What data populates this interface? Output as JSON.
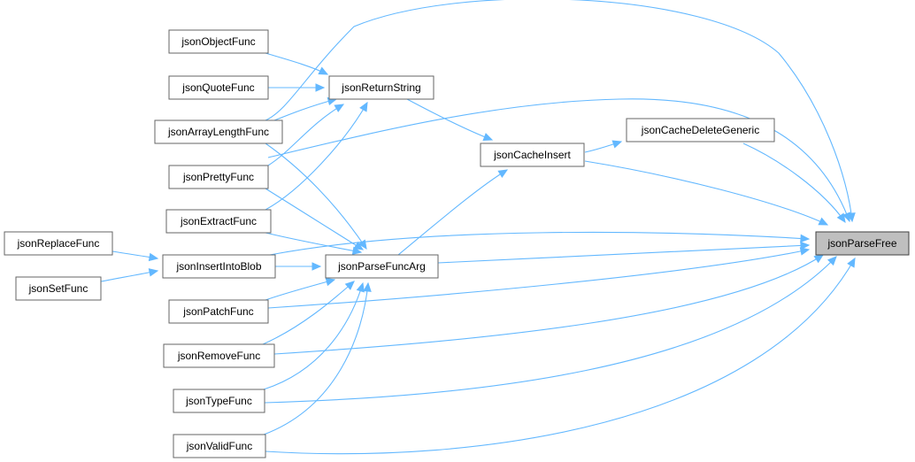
{
  "diagram": {
    "type": "caller-graph",
    "accent_color": "#63b8ff",
    "root_fill": "#bfbfbf",
    "nodes": [
      {
        "id": "jsonParseFree",
        "label": "jsonParseFree",
        "root": true
      },
      {
        "id": "jsonCacheDeleteGeneric",
        "label": "jsonCacheDeleteGeneric"
      },
      {
        "id": "jsonCacheInsert",
        "label": "jsonCacheInsert"
      },
      {
        "id": "jsonReturnString",
        "label": "jsonReturnString"
      },
      {
        "id": "jsonParseFuncArg",
        "label": "jsonParseFuncArg"
      },
      {
        "id": "jsonObjectFunc",
        "label": "jsonObjectFunc"
      },
      {
        "id": "jsonQuoteFunc",
        "label": "jsonQuoteFunc"
      },
      {
        "id": "jsonArrayLengthFunc",
        "label": "jsonArrayLengthFunc"
      },
      {
        "id": "jsonPrettyFunc",
        "label": "jsonPrettyFunc"
      },
      {
        "id": "jsonExtractFunc",
        "label": "jsonExtractFunc"
      },
      {
        "id": "jsonInsertIntoBlob",
        "label": "jsonInsertIntoBlob"
      },
      {
        "id": "jsonPatchFunc",
        "label": "jsonPatchFunc"
      },
      {
        "id": "jsonRemoveFunc",
        "label": "jsonRemoveFunc"
      },
      {
        "id": "jsonTypeFunc",
        "label": "jsonTypeFunc"
      },
      {
        "id": "jsonValidFunc",
        "label": "jsonValidFunc"
      },
      {
        "id": "jsonReplaceFunc",
        "label": "jsonReplaceFunc"
      },
      {
        "id": "jsonSetFunc",
        "label": "jsonSetFunc"
      }
    ],
    "edges": [
      {
        "from": "jsonCacheDeleteGeneric",
        "to": "jsonParseFree"
      },
      {
        "from": "jsonCacheInsert",
        "to": "jsonParseFree"
      },
      {
        "from": "jsonCacheInsert",
        "to": "jsonCacheDeleteGeneric"
      },
      {
        "from": "jsonReturnString",
        "to": "jsonCacheInsert"
      },
      {
        "from": "jsonParseFuncArg",
        "to": "jsonCacheInsert"
      },
      {
        "from": "jsonParseFuncArg",
        "to": "jsonParseFree"
      },
      {
        "from": "jsonObjectFunc",
        "to": "jsonReturnString"
      },
      {
        "from": "jsonQuoteFunc",
        "to": "jsonReturnString"
      },
      {
        "from": "jsonArrayLengthFunc",
        "to": "jsonReturnString"
      },
      {
        "from": "jsonPrettyFunc",
        "to": "jsonReturnString"
      },
      {
        "from": "jsonExtractFunc",
        "to": "jsonReturnString"
      },
      {
        "from": "jsonArrayLengthFunc",
        "to": "jsonParseFree"
      },
      {
        "from": "jsonPrettyFunc",
        "to": "jsonParseFree"
      },
      {
        "from": "jsonInsertIntoBlob",
        "to": "jsonParseFree"
      },
      {
        "from": "jsonPatchFunc",
        "to": "jsonParseFree"
      },
      {
        "from": "jsonRemoveFunc",
        "to": "jsonParseFree"
      },
      {
        "from": "jsonTypeFunc",
        "to": "jsonParseFree"
      },
      {
        "from": "jsonValidFunc",
        "to": "jsonParseFree"
      },
      {
        "from": "jsonArrayLengthFunc",
        "to": "jsonParseFuncArg"
      },
      {
        "from": "jsonPrettyFunc",
        "to": "jsonParseFuncArg"
      },
      {
        "from": "jsonExtractFunc",
        "to": "jsonParseFuncArg"
      },
      {
        "from": "jsonInsertIntoBlob",
        "to": "jsonParseFuncArg"
      },
      {
        "from": "jsonPatchFunc",
        "to": "jsonParseFuncArg"
      },
      {
        "from": "jsonRemoveFunc",
        "to": "jsonParseFuncArg"
      },
      {
        "from": "jsonTypeFunc",
        "to": "jsonParseFuncArg"
      },
      {
        "from": "jsonValidFunc",
        "to": "jsonParseFuncArg"
      },
      {
        "from": "jsonReplaceFunc",
        "to": "jsonInsertIntoBlob"
      },
      {
        "from": "jsonSetFunc",
        "to": "jsonInsertIntoBlob"
      }
    ]
  }
}
